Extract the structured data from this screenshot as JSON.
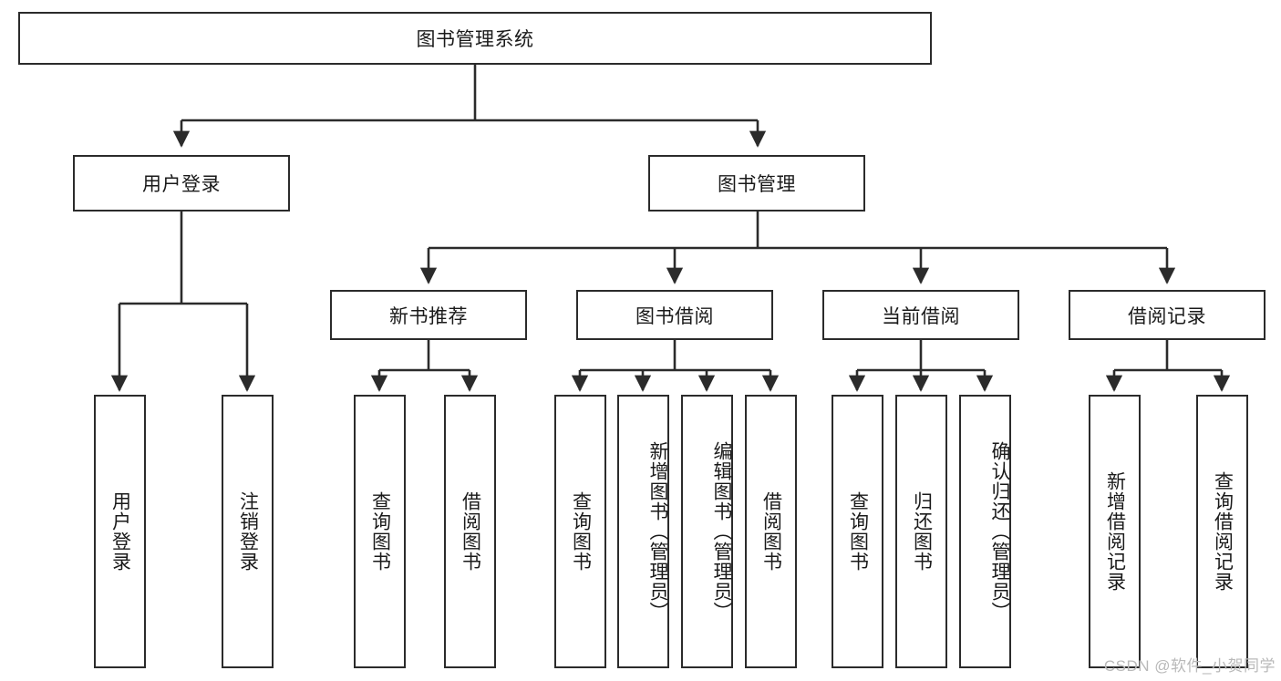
{
  "diagram": {
    "title": "图书管理系统",
    "type": "hierarchy-tree",
    "watermark": "CSDN @软件_小贺同学",
    "colors": {
      "box_border": "#2b2b2b",
      "box_fill": "#ffffff",
      "connector": "#2b2b2b",
      "text": "#1a1a1a",
      "watermark": "#b9b9b9"
    },
    "root": {
      "label": "图书管理系统"
    },
    "level2": [
      {
        "label": "用户登录"
      },
      {
        "label": "图书管理"
      }
    ],
    "level3": [
      {
        "label": "新书推荐"
      },
      {
        "label": "图书借阅"
      },
      {
        "label": "当前借阅"
      },
      {
        "label": "借阅记录"
      }
    ],
    "leaves": {
      "user_login": [
        {
          "label": "用户登录"
        },
        {
          "label": "注销登录"
        }
      ],
      "new_book_recommend": [
        {
          "label": "查询图书"
        },
        {
          "label": "借阅图书"
        }
      ],
      "book_borrow": [
        {
          "label": "查询图书"
        },
        {
          "label": "新增图书（管理员）"
        },
        {
          "label": "编辑图书（管理员）"
        },
        {
          "label": "借阅图书"
        }
      ],
      "current_borrow": [
        {
          "label": "查询图书"
        },
        {
          "label": "归还图书"
        },
        {
          "label": "确认归还（管理员）"
        }
      ],
      "borrow_record": [
        {
          "label": "新增借阅记录"
        },
        {
          "label": "查询借阅记录"
        }
      ]
    }
  }
}
